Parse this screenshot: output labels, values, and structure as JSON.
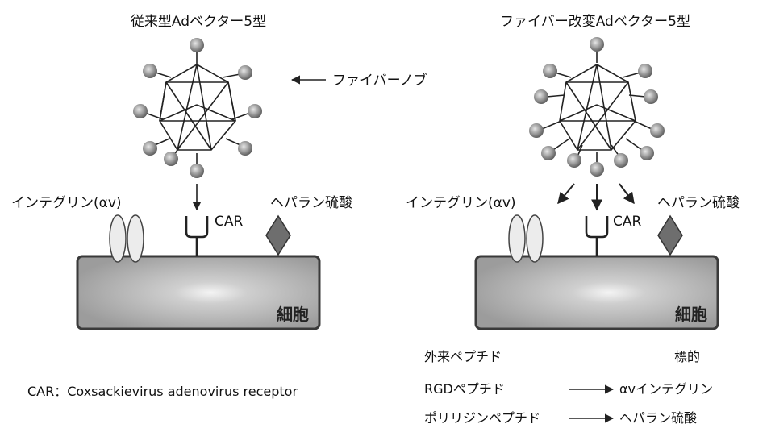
{
  "left_panel": {
    "title": "従来型Adベクター5型",
    "fiber_knob_label": "ファイバーノブ",
    "integrin_label": "インテグリン(αv)",
    "car_label": "CAR",
    "heparan_label": "ヘパラン硫酸",
    "cell_label": "細胞"
  },
  "right_panel": {
    "title": "ファイバー改変Adベクター5型",
    "integrin_label": "インテグリン(αv)",
    "car_label": "CAR",
    "heparan_label": "ヘパラン硫酸",
    "cell_label": "細胞"
  },
  "footnote": "CAR：Coxsackievirus adenovirus receptor",
  "peptide_table": {
    "header_peptide": "外来ペプチド",
    "header_target": "標的",
    "rows": [
      {
        "peptide": "RGDペプチド",
        "target": "αvインテグリン"
      },
      {
        "peptide": "ポリリジンペプチド",
        "target": "ヘパラン硫酸"
      }
    ]
  },
  "colors": {
    "cell_fill": "#b5b5b5",
    "cell_border": "#3a3a3a",
    "knob_fill": "#9a9a9a",
    "diamond_fill": "#6e6e6e",
    "integrin_fill": "#ececec"
  }
}
